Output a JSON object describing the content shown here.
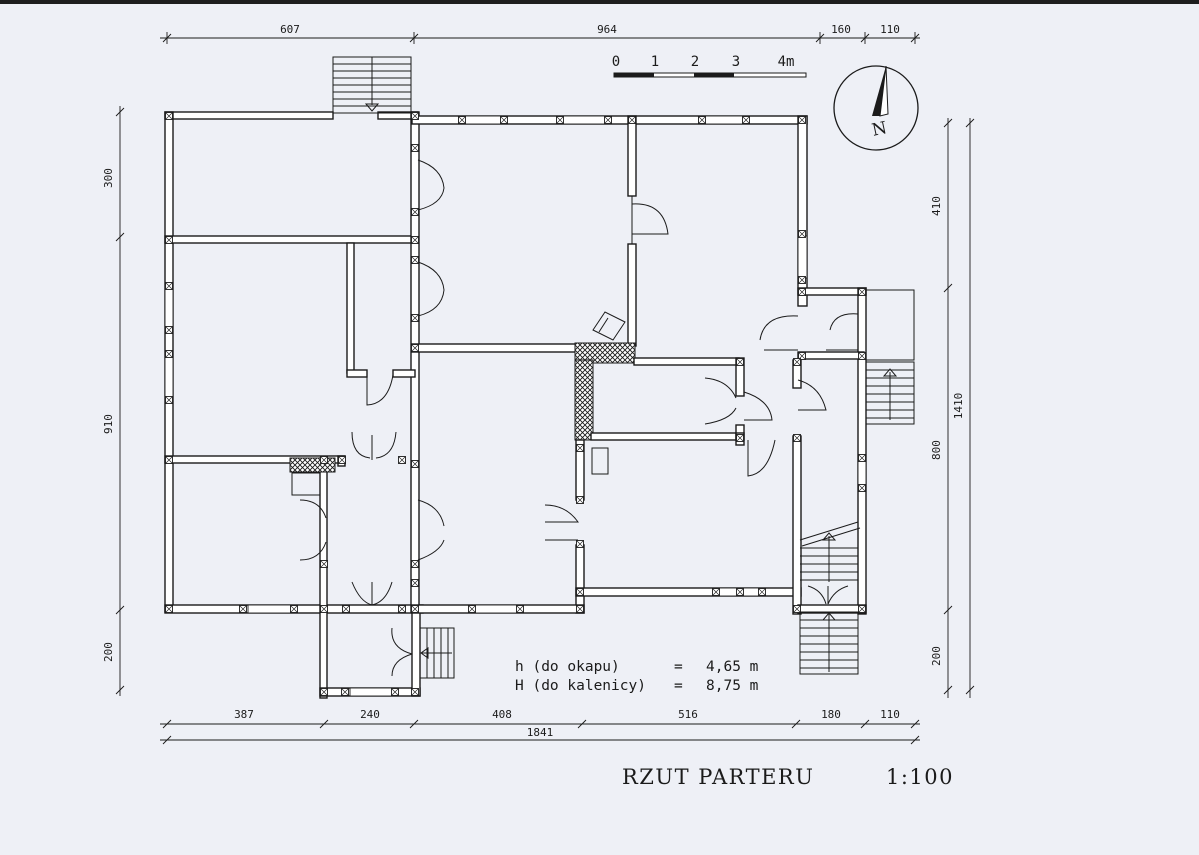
{
  "title": "RZUT PARTERU",
  "scale_ratio": "1:100",
  "scale_bar": {
    "labels": [
      "0",
      "1",
      "2",
      "3",
      "4m"
    ]
  },
  "north_label": "N",
  "notes": [
    {
      "label": "h (do okapu)",
      "eq": "=",
      "value": "4,65 m"
    },
    {
      "label": "H (do kalenicy)",
      "eq": "=",
      "value": "8,75 m"
    }
  ],
  "dimensions": {
    "top": [
      "607",
      "964",
      "160",
      "110"
    ],
    "bottom": [
      "387",
      "240",
      "408",
      "516",
      "180",
      "110"
    ],
    "bottom_total": "1841",
    "left": [
      "300",
      "910",
      "200"
    ],
    "right": [
      "410",
      "800",
      "200"
    ],
    "right_total": "1410"
  },
  "colors": {
    "paper": "#eef0f6",
    "ink": "#1b1b1b"
  }
}
